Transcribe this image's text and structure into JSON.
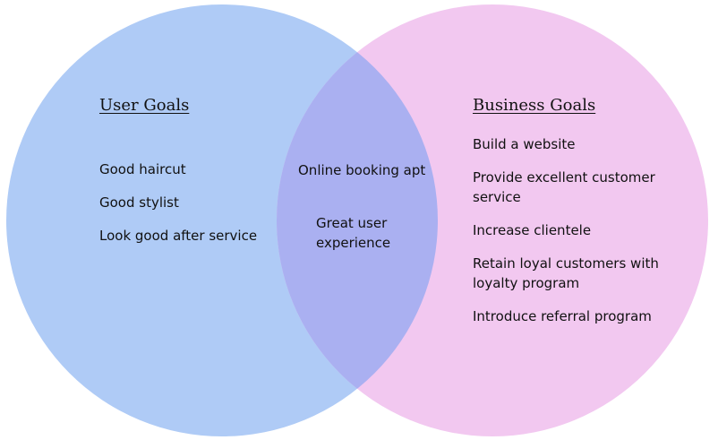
{
  "colors": {
    "user_circle": "#afcbf6",
    "business_circle": "#f2c8f0",
    "overlap": "#aab0f1",
    "text": "#111111"
  },
  "user_goals": {
    "title": "User Goals",
    "items": [
      "Good haircut",
      "Good stylist",
      "Look good after service"
    ]
  },
  "overlap": {
    "items": [
      "Online booking apt",
      "Great user",
      "experience"
    ]
  },
  "business_goals": {
    "title": "Business Goals",
    "items": [
      "Build a website",
      "Provide excellent customer",
      "service",
      "Increase clientele",
      "Retain loyal customers with",
      "loyalty program",
      "Introduce referral program"
    ]
  }
}
